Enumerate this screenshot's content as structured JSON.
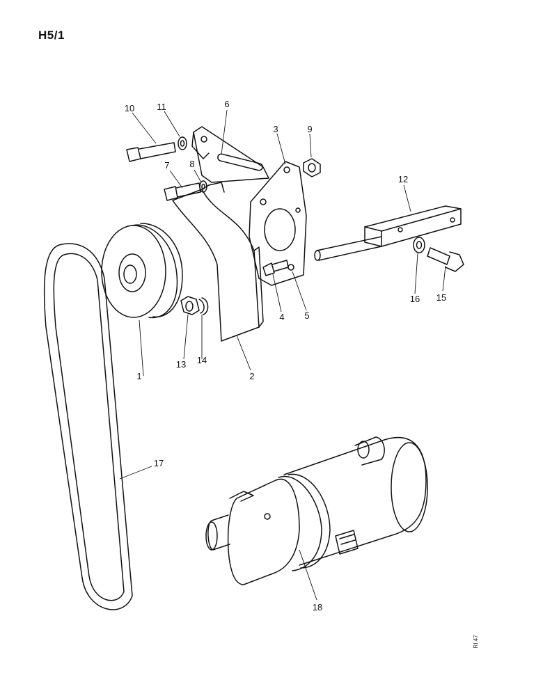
{
  "page": {
    "title": "H5/1",
    "ref_code": "RI 47"
  },
  "callouts": [
    "1",
    "2",
    "3",
    "4",
    "5",
    "6",
    "7",
    "8",
    "9",
    "10",
    "11",
    "12",
    "13",
    "14",
    "15",
    "16",
    "17",
    "18"
  ]
}
